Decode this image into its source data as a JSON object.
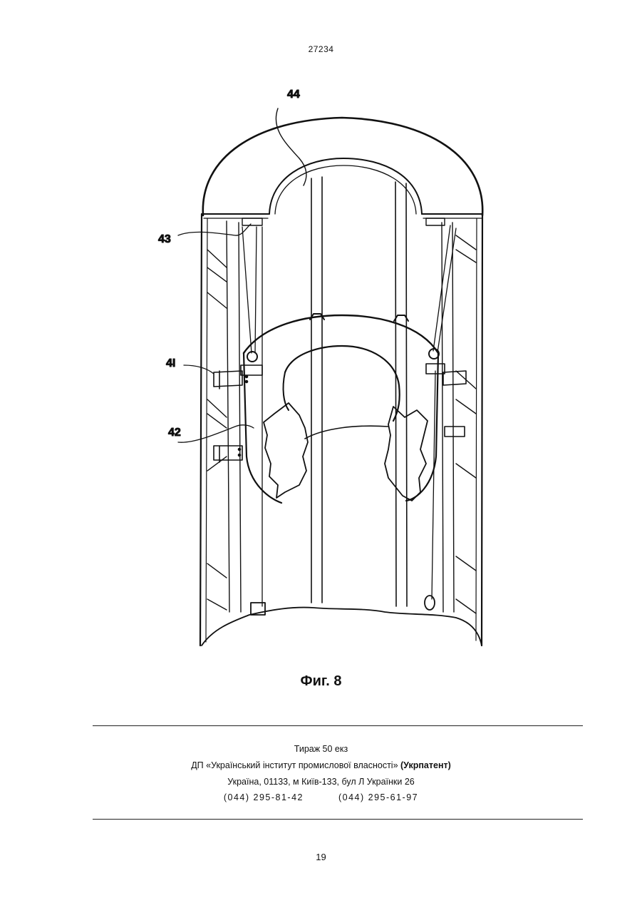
{
  "header": {
    "doc_number": "27234"
  },
  "figure": {
    "labels": {
      "l44": "44",
      "l43": "43",
      "l41": "4I",
      "l42": "42"
    },
    "caption": "Фиг. 8"
  },
  "imprint": {
    "circulation": "Тираж   50 екз",
    "publisher_prefix": "ДП «Український інститут промислової власності»",
    "publisher_short": "(Укрпатент)",
    "address": "Україна, 01133, м Київ-133, бул Л Українки 26",
    "phone_1": "(044) 295-81-42",
    "phone_2": "(044) 295-61-97"
  },
  "footer": {
    "page_number": "19"
  }
}
